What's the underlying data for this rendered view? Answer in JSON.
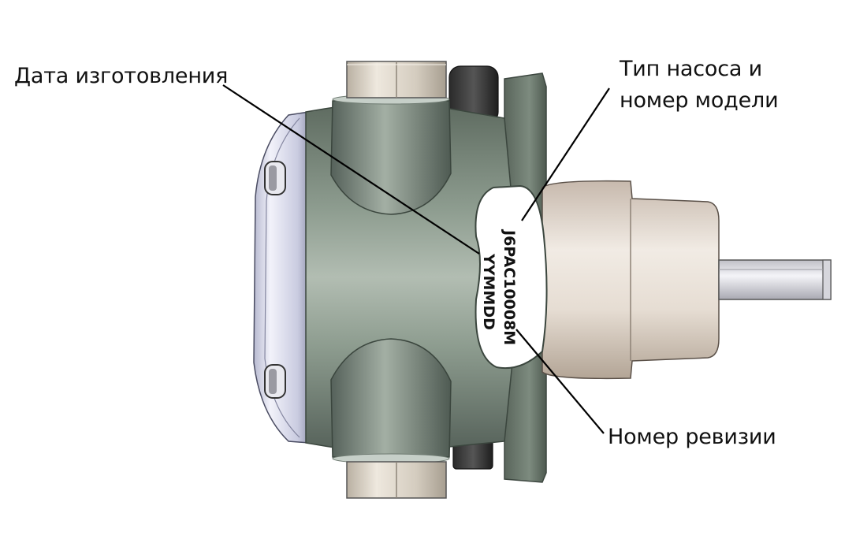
{
  "labels": {
    "manufacture_date": "Дата изготовления",
    "pump_type_line1": "Тип насоса и",
    "pump_type_line2": "номер модели",
    "revision_number": "Номер ревизии"
  },
  "nameplate": {
    "model_code": "J6PAC10008M",
    "date_code": "YYMMDD"
  },
  "colors": {
    "body": "#8a9a8c",
    "body_dark": "#5c6a5e",
    "flange": "#6f7d71",
    "cover": "#d9dbee",
    "shaft_housing": "#e6ddd4",
    "shaft": "#e8e8ec",
    "nut": "#d9d2c6",
    "leader": "#000000"
  }
}
